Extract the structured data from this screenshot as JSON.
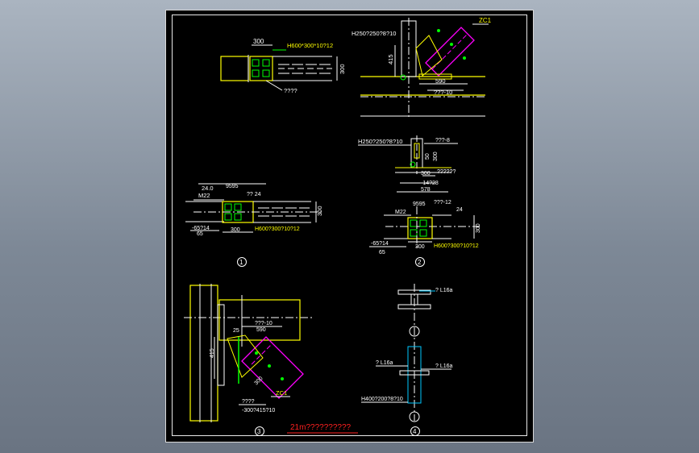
{
  "drawing": {
    "title_caption": "21m??????????",
    "colors": {
      "background": "#000000",
      "frame": "#e8e8e8",
      "steel": "#ffff00",
      "brace": "#ff00ff",
      "green": "#00ff00",
      "cyan": "#00c8ff",
      "white": "#ffffff",
      "red": "#ff2020",
      "blue": "#3a7bff"
    },
    "detail_top_left": {
      "dim_top": "300",
      "member": "H600*300*10?12",
      "dim_right": "300",
      "note": "????"
    },
    "detail_top_right": {
      "member": "H250?250?8?10",
      "tag": "ZC1",
      "dim_vertical": "415",
      "dim_bottom": "590",
      "plate": "???-10"
    },
    "detail_mid_right_upper": {
      "member": "H250?250?8?10",
      "plate": "???-8",
      "dim_a": "50",
      "dim_b": "300",
      "note": "??????",
      "bolt": "-14?28",
      "dim_c": "578"
    },
    "detail_1": {
      "weld_size": "24.0",
      "dim_9595": "9595",
      "bolt_size": "M22",
      "plate_note": "?? 24",
      "dim_300_right": "300",
      "plate_left": "-65?14",
      "dim_65": "65",
      "dim_300_bottom": "300",
      "member": "H600?300?10?12",
      "number": "1"
    },
    "detail_2": {
      "dim_9595": "9595",
      "plate_note": "???-12",
      "bolt_size": "M22",
      "dim_24": "24",
      "dim_300_right": "300",
      "plate_left": "-65?14",
      "dim_65": "65",
      "dim_300_bottom": "300",
      "member": "H600?300?10?12",
      "number": "2"
    },
    "detail_3": {
      "plate": "???-10",
      "dim_590": "590",
      "dim_25": "25",
      "dim_415": "415",
      "dim_300": "300",
      "tag": "ZC1",
      "note": "????",
      "member": "-300?415?10",
      "number": "3"
    },
    "detail_4": {
      "angle_top": "? L16a",
      "angle_left": "? L16a",
      "angle_right": "? L16a",
      "member": "H400?200?8?10",
      "number": "4"
    }
  }
}
